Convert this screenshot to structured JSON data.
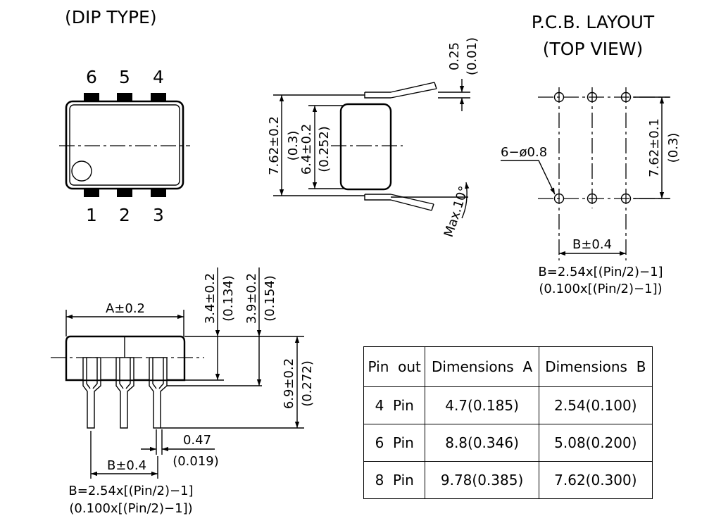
{
  "labels": {
    "dip_type": "(DIP TYPE)",
    "pcb_title": "P.C.B. LAYOUT",
    "pcb_subtitle": "(TOP VIEW)"
  },
  "pins": {
    "top": [
      "6",
      "5",
      "4"
    ],
    "bottom": [
      "1",
      "2",
      "3"
    ]
  },
  "side_view": {
    "lead_thickness_mm": "0.25",
    "lead_thickness_in": "(0.01)",
    "row_spacing_mm": "7.62±0.2",
    "row_spacing_in": "(0.3)",
    "body_width_mm": "6.4±0.2",
    "body_width_in": "(0.252)",
    "lead_angle": "Max.10°"
  },
  "pcb_layout": {
    "hole_note": "6−ø0.8",
    "row_spacing_mm": "7.62±0.1",
    "row_spacing_in": "(0.3)",
    "pitch_label": "B±0.4",
    "formula_mm": "B=2.54x[(Pin/2)−1]",
    "formula_in": "(0.100x[(Pin/2)−1])"
  },
  "front_view": {
    "length_label": "A±0.2",
    "body_height_mm": "3.4±0.2",
    "body_height_in": "(0.134)",
    "seat_height_mm": "3.9±0.2",
    "seat_height_in": "(0.154)",
    "total_height_mm": "6.9±0.2",
    "total_height_in": "(0.272)",
    "lead_width_mm": "0.47",
    "lead_width_in": "(0.019)",
    "pitch_label": "B±0.4",
    "formula_mm": "B=2.54x[(Pin/2)−1]",
    "formula_in": "(0.100x[(Pin/2)−1])"
  },
  "table": {
    "headers": [
      "Pin  out",
      "Dimensions  A",
      "Dimensions  B"
    ],
    "rows": [
      [
        "4  Pin",
        "4.7(0.185)",
        "2.54(0.100)"
      ],
      [
        "6  Pin",
        "8.8(0.346)",
        "5.08(0.200)"
      ],
      [
        "8  Pin",
        "9.78(0.385)",
        "7.62(0.300)"
      ]
    ]
  }
}
